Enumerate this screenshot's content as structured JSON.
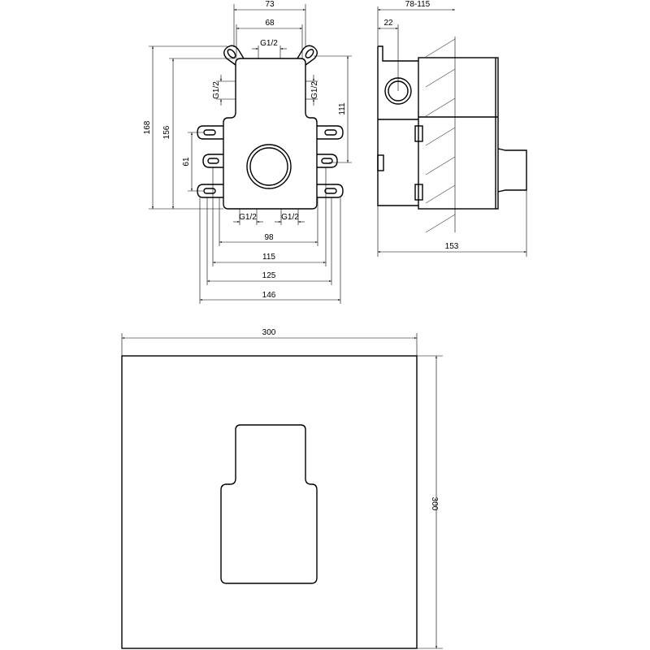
{
  "front_view": {
    "dims": {
      "d73": "73",
      "d68": "68",
      "g_top": "G1/2",
      "d168": "168",
      "d156": "156",
      "d61": "61",
      "g_left": "G1/2",
      "g_right": "G1/2",
      "d111": "111",
      "g_bottom_left": "G1/2",
      "g_bottom_right": "G1/2",
      "d98": "98",
      "d115": "115",
      "d125": "125",
      "d146": "146"
    }
  },
  "side_view": {
    "dims": {
      "d78_115": "78-115",
      "d22": "22",
      "d153": "153"
    }
  },
  "cover_plate": {
    "dims": {
      "width": "300",
      "height": "300"
    }
  }
}
